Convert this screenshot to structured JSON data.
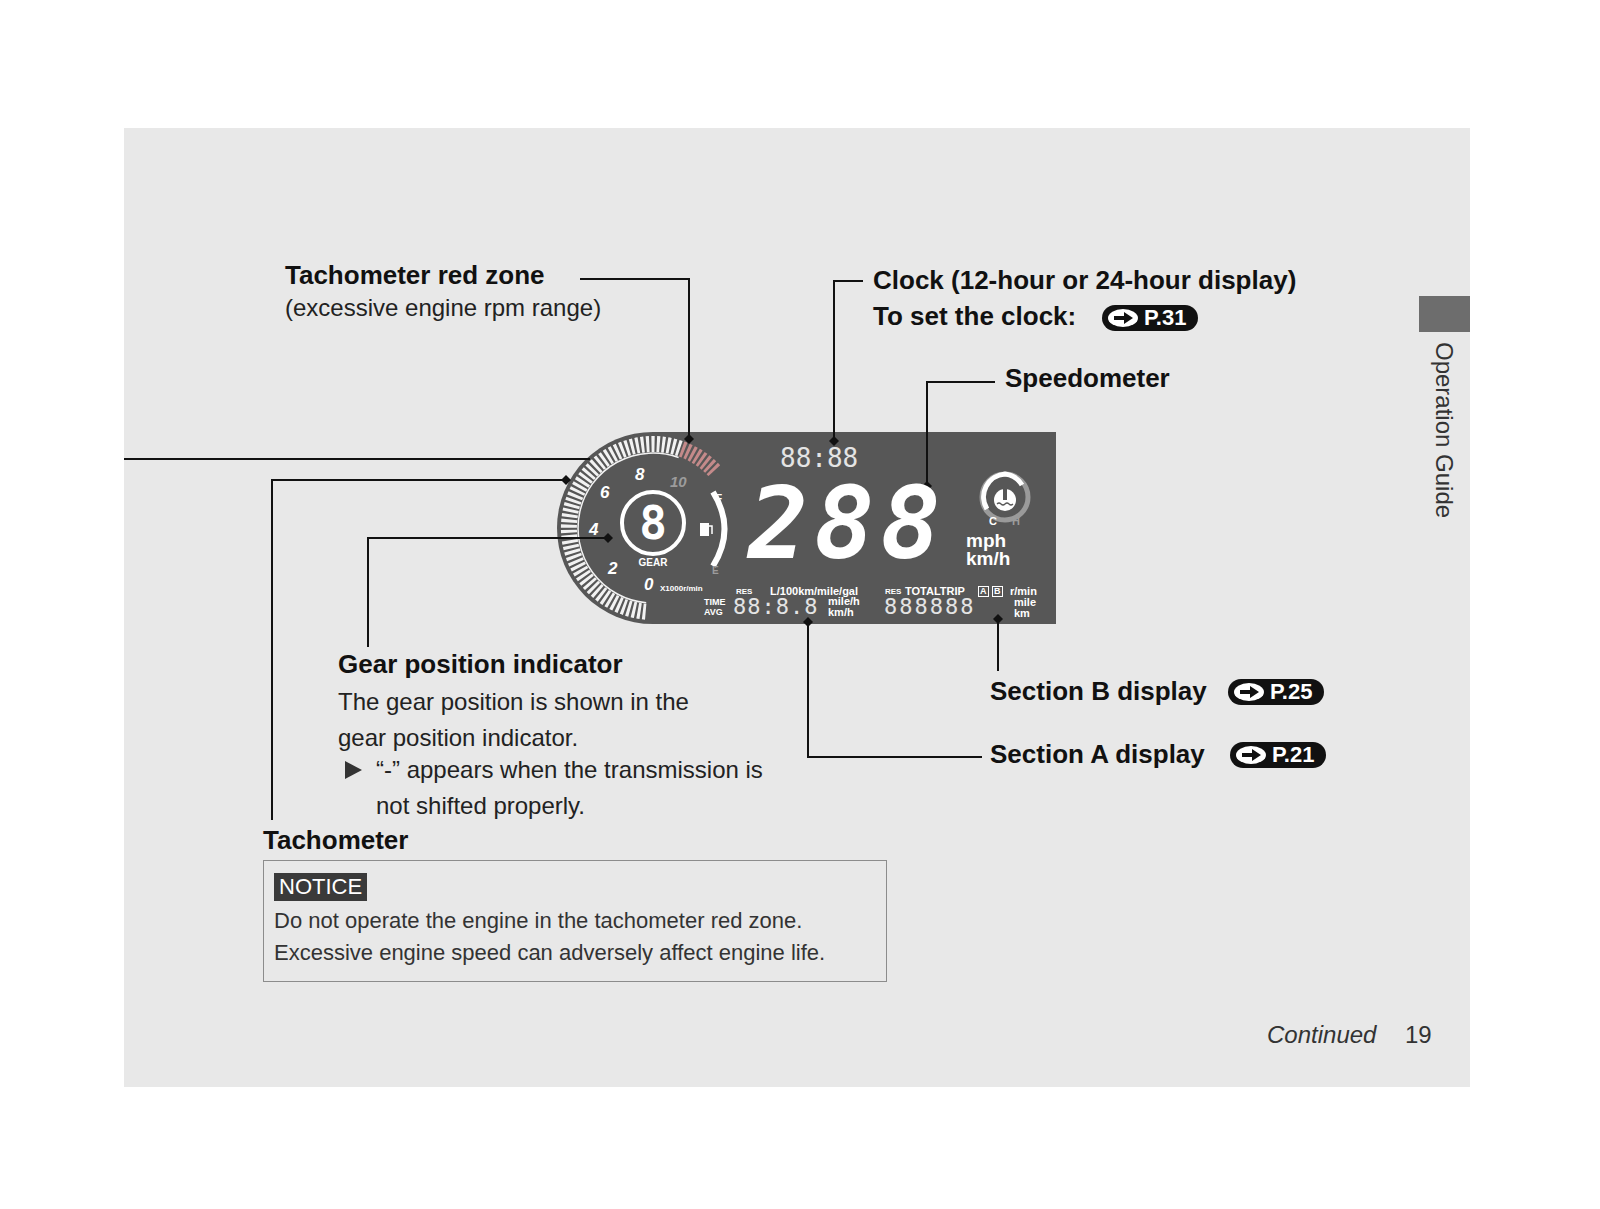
{
  "diagram": {
    "nodes": [
      {
        "text": [
          "NOTICE",
          "Do not operate the engine in the tachometer red zone. Excessive engine speed can adversely affect engine life."
        ]
      }
    ],
    "labels": [
      "Tachometer red zone",
      "(excessive engine rpm range)",
      "Clock (12-hour or 24-hour display)",
      "To set the clock:",
      "P.31",
      "Speedometer",
      "Gear position indicator",
      "The gear position is shown in the gear position indicator.",
      "“-” appears when the transmission is not shifted properly.",
      "Tachometer",
      "Section B display",
      "P.25",
      "Section A display",
      "P.21",
      "Continued",
      "19",
      "Operation Guide",
      "88:88",
      "288",
      "mph",
      "km/h",
      "8",
      "GEAR",
      "0",
      "2",
      "4",
      "6",
      "8",
      "10",
      "X1000r/min",
      "F",
      "E",
      "C",
      "H",
      "RES",
      "L/100km/mile/gal",
      "TIME",
      "AVG",
      "88:8.8",
      "mile/h",
      "km/h",
      "RES",
      "TOTALTRIP",
      "A",
      "B",
      "r/min",
      "888888",
      "mile",
      "km"
    ]
  }
}
